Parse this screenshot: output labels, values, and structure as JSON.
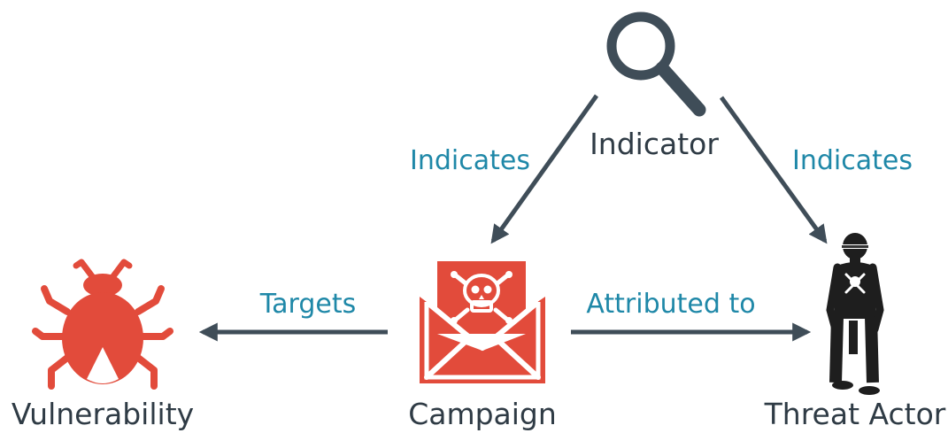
{
  "colors": {
    "dark": "#3f4d58",
    "label_dark": "#2f3b45",
    "accent_red": "#e24b3b",
    "edge_label": "#1f88a8"
  },
  "nodes": {
    "indicator": {
      "label": "Indicator",
      "icon": "magnifier-icon"
    },
    "campaign": {
      "label": "Campaign",
      "icon": "skull-envelope-icon"
    },
    "vulnerability": {
      "label": "Vulnerability",
      "icon": "bug-icon"
    },
    "threat_actor": {
      "label": "Threat Actor",
      "icon": "masked-person-icon"
    }
  },
  "edges": {
    "indicator_to_campaign": {
      "label": "Indicates"
    },
    "indicator_to_threat_actor": {
      "label": "Indicates"
    },
    "campaign_to_vulnerability": {
      "label": "Targets"
    },
    "campaign_to_threat_actor": {
      "label": "Attributed to"
    }
  }
}
